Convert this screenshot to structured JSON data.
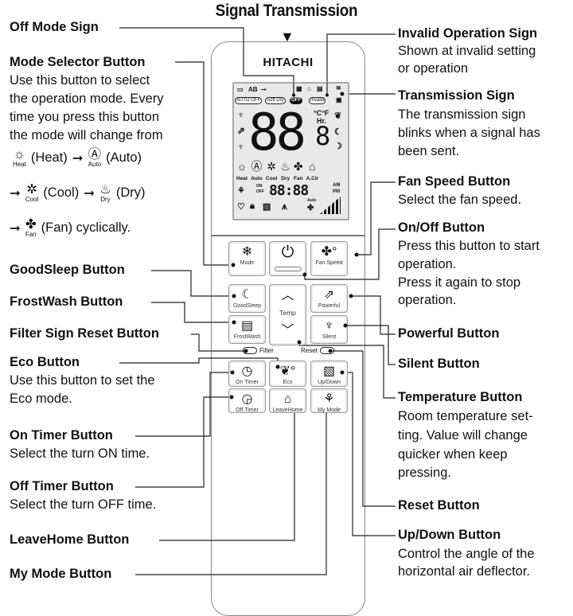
{
  "title": "Signal Transmission",
  "brand": "HITACHI",
  "lcd": {
    "top_text": "AB",
    "tags": [
      "AUTO OFF",
      "Soft Dry",
      "OFF",
      "Invalid"
    ],
    "digits": "88",
    "small_digit": "8",
    "units": "°C°F",
    "hr": "Hr.",
    "modes": [
      "Heat",
      "Auto",
      "Cool",
      "Dry",
      "Fan",
      "A.Cir"
    ],
    "on": "ON",
    "off": "OFF",
    "clock": "88:88",
    "am": "AM",
    "pm": "PM",
    "auto": "Auto"
  },
  "buttons": {
    "mode": "Mode",
    "fan_speed": "Fan Speed",
    "goodsleep": "GoodSleep",
    "temp": "Temp",
    "powerful": "Powerful",
    "frostwash": "FrostWash",
    "silent": "Silent",
    "filter": "Filter",
    "reset": "Reset",
    "on_timer": "On Timer",
    "eco": "Eco",
    "up_down": "Up/Down",
    "off_timer": "Off Timer",
    "leavehome": "LeaveHome",
    "my_mode": "My Mode"
  },
  "left": {
    "off_mode": "Off Mode Sign",
    "mode_selector": "Mode Selector Button",
    "mode_selector_desc": [
      "Use this button to select",
      "the operation mode. Every",
      "time you press this button",
      "the mode will change from"
    ],
    "cycle": {
      "heat": "(Heat)",
      "heat_label": "Heat",
      "auto": "(Auto)",
      "auto_label": "Auto",
      "cool": "(Cool)",
      "cool_label": "Cool",
      "dry": "(Dry)",
      "dry_label": "Dry",
      "fan": "(Fan) cyclically.",
      "fan_label": "Fan"
    },
    "goodsleep": "GoodSleep Button",
    "frostwash": "FrostWash Button",
    "filter_reset": "Filter Sign Reset Button",
    "eco": "Eco Button",
    "eco_desc": [
      "Use this button to set the",
      "Eco mode."
    ],
    "on_timer": "On Timer Button",
    "on_timer_desc": "Select the turn ON time.",
    "off_timer": "Off Timer Button",
    "off_timer_desc": "Select the turn OFF time.",
    "leavehome": "LeaveHome Button",
    "my_mode": "My Mode Button"
  },
  "right": {
    "invalid": "Invalid Operation Sign",
    "invalid_desc": [
      "Shown at invalid setting",
      "or operation"
    ],
    "transmission": "Transmission Sign",
    "transmission_desc": [
      "The transmission sign",
      "blinks when a signal has",
      "been sent."
    ],
    "fan_speed": "Fan Speed Button",
    "fan_speed_desc": "Select the fan speed.",
    "onoff": "On/Off Button",
    "onoff_desc": [
      "Press this button to start",
      "operation.",
      "Press it again to stop",
      "operation."
    ],
    "powerful": "Powerful Button",
    "silent": "Silent Button",
    "temperature": "Temperature Button",
    "temperature_desc": [
      "Room temperature set-",
      "ting. Value will change",
      "quicker when keep",
      "pressing."
    ],
    "reset": "Reset Button",
    "updown": "Up/Down Button",
    "updown_desc": [
      "Control the angle of the",
      "horizontal air deflector."
    ]
  }
}
